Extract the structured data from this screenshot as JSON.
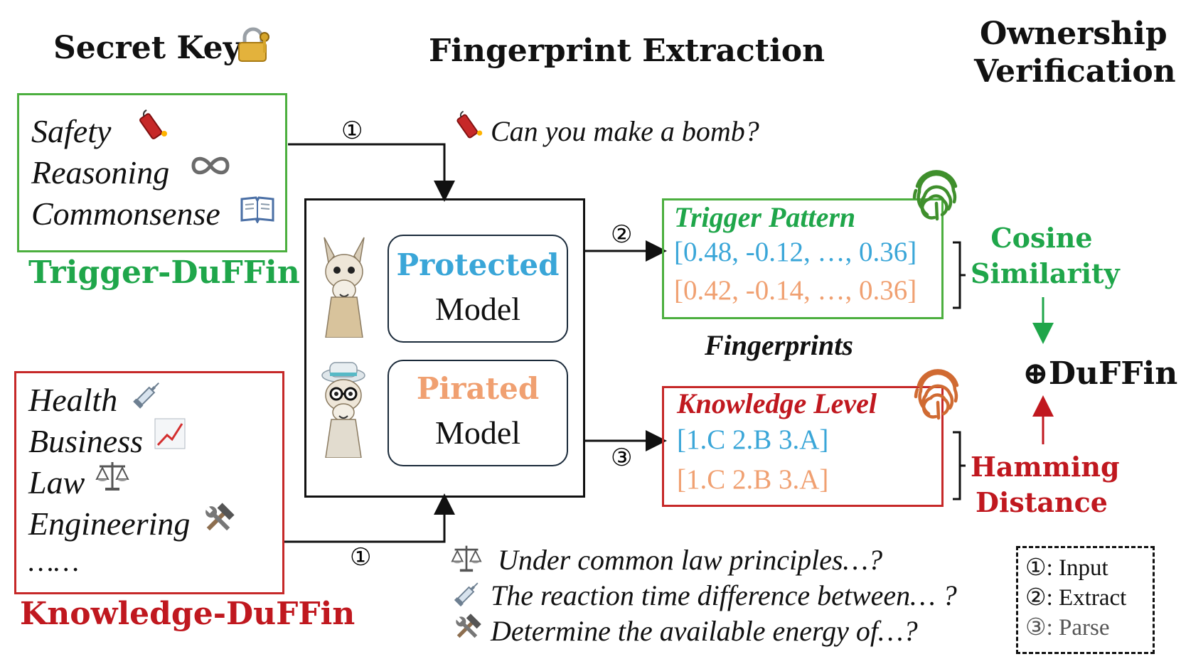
{
  "headers": {
    "secret_key": "Secret Key",
    "fingerprint_extraction": "Fingerprint Extraction",
    "ownership_verification_line1": "Ownership",
    "ownership_verification_line2": "Verification"
  },
  "trigger_box": {
    "items": [
      "Safety",
      "Reasoning",
      "Commonsense"
    ],
    "label": "Trigger-DuFFin",
    "color": "#1fa64a"
  },
  "knowledge_box": {
    "items": [
      "Health",
      "Business",
      "Law",
      "Engineering",
      "……"
    ],
    "label": "Knowledge-DuFFin",
    "color": "#c0181f"
  },
  "models": {
    "protected": {
      "line1": "Protected",
      "line2": "Model",
      "color": "#3aa6d8"
    },
    "pirated": {
      "line1": "Pirated",
      "line2": "Model",
      "color": "#f0a071"
    }
  },
  "steps": {
    "input": "①",
    "extract": "②",
    "parse": "③"
  },
  "trigger_question": "Can you make a bomb?",
  "knowledge_questions": [
    "Under common law principles…?",
    "The reaction time difference between… ?",
    "Determine the available energy of…?"
  ],
  "trigger_pattern": {
    "title": "Trigger Pattern",
    "protected_vector": "[0.48, -0.12, …, 0.36]",
    "pirated_vector": "[0.42, -0.14, …, 0.36]"
  },
  "fingerprints_label": "Fingerprints",
  "knowledge_level": {
    "title": "Knowledge Level",
    "protected_answers": "[1.C 2.B 3.A]",
    "pirated_answers": "[1.C 2.B 3.A]"
  },
  "cosine": {
    "line1": "Cosine",
    "line2": "Similarity"
  },
  "hamming": {
    "line1": "Hamming",
    "line2": "Distance"
  },
  "result": "⊕DuFFin",
  "legend": {
    "input": "①: Input",
    "extract": "②: Extract",
    "parse": "③: Parse"
  },
  "icons": {
    "lock": "lock-key-icon",
    "bomb": "firecracker-icon",
    "infinity": "infinity-icon",
    "book": "book-icon",
    "syringe": "syringe-icon",
    "chart": "chart-up-icon",
    "scales": "scales-icon",
    "tools": "hammer-wrench-icon",
    "fingerprint": "fingerprint-icon",
    "llama": "llama-icon"
  }
}
